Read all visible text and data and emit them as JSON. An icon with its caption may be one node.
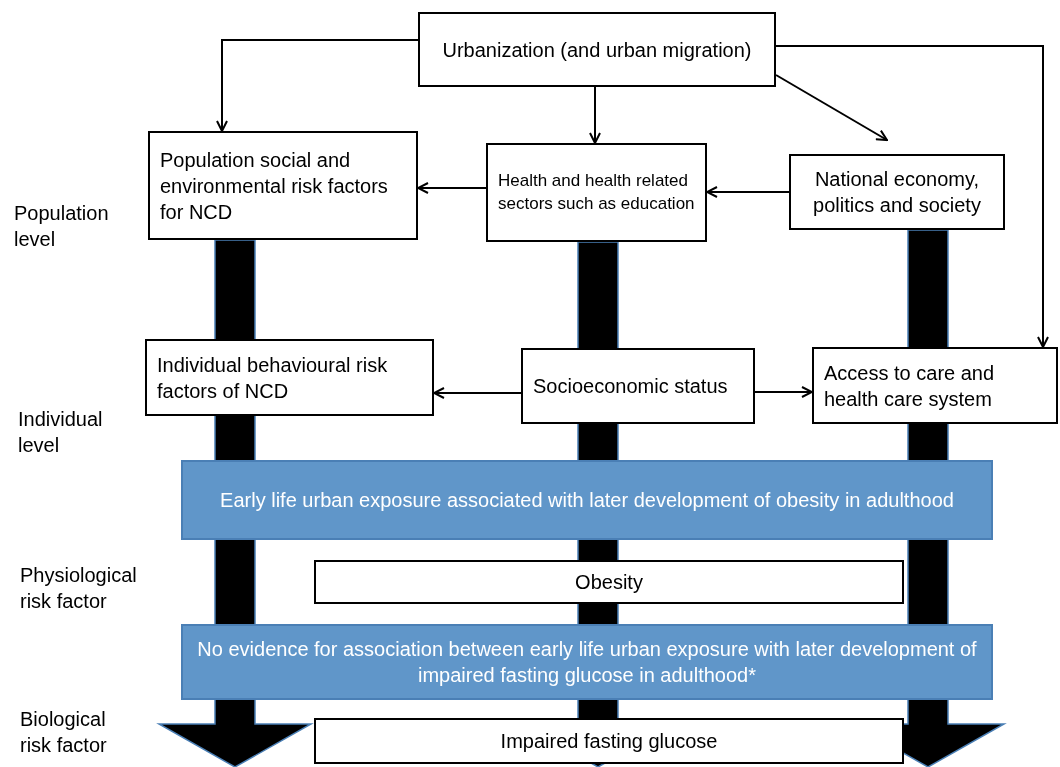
{
  "diagram": {
    "nodes": [
      {
        "text": [
          "Urbanization (and urban migration)"
        ]
      },
      {
        "text": [
          "Population social and environmental risk factors for NCD"
        ]
      },
      {
        "text": [
          "Health and health related sectors such as education"
        ]
      },
      {
        "text": [
          "National economy, politics and society"
        ]
      },
      {
        "text": [
          "Individual behavioural risk factors of NCD"
        ]
      },
      {
        "text": [
          "Socioeconomic status"
        ]
      },
      {
        "text": [
          "Access to care and health care system"
        ]
      },
      {
        "text": [
          "Early life urban exposure associated with later development of obesity in adulthood"
        ]
      },
      {
        "text": [
          "Obesity"
        ]
      },
      {
        "text": [
          "No evidence for association between early life urban exposure with later development of impaired fasting glucose in adulthood*"
        ]
      },
      {
        "text": [
          "Impaired fasting glucose"
        ]
      }
    ],
    "edges": [
      {
        "from": 1,
        "to": null,
        "arrow": "to",
        "style": "thick"
      },
      {
        "from": 2,
        "to": null,
        "arrow": "to",
        "style": "thick"
      },
      {
        "from": 3,
        "to": null,
        "arrow": "to",
        "style": "thick"
      },
      {
        "from": 0,
        "to": 1,
        "arrow": "to"
      },
      {
        "from": 0,
        "to": 2,
        "arrow": "to"
      },
      {
        "from": 0,
        "to": 3,
        "arrow": "to"
      },
      {
        "from": 0,
        "to": 6,
        "arrow": "to"
      },
      {
        "from": 2,
        "to": 1,
        "arrow": "to"
      },
      {
        "from": 3,
        "to": 2,
        "arrow": "to"
      },
      {
        "from": 5,
        "to": 4,
        "arrow": "to"
      },
      {
        "from": 5,
        "to": 6,
        "arrow": "to"
      }
    ],
    "labels": [
      "Population level",
      "Individual level",
      "Physiological risk factor",
      "Biological risk factor"
    ]
  }
}
